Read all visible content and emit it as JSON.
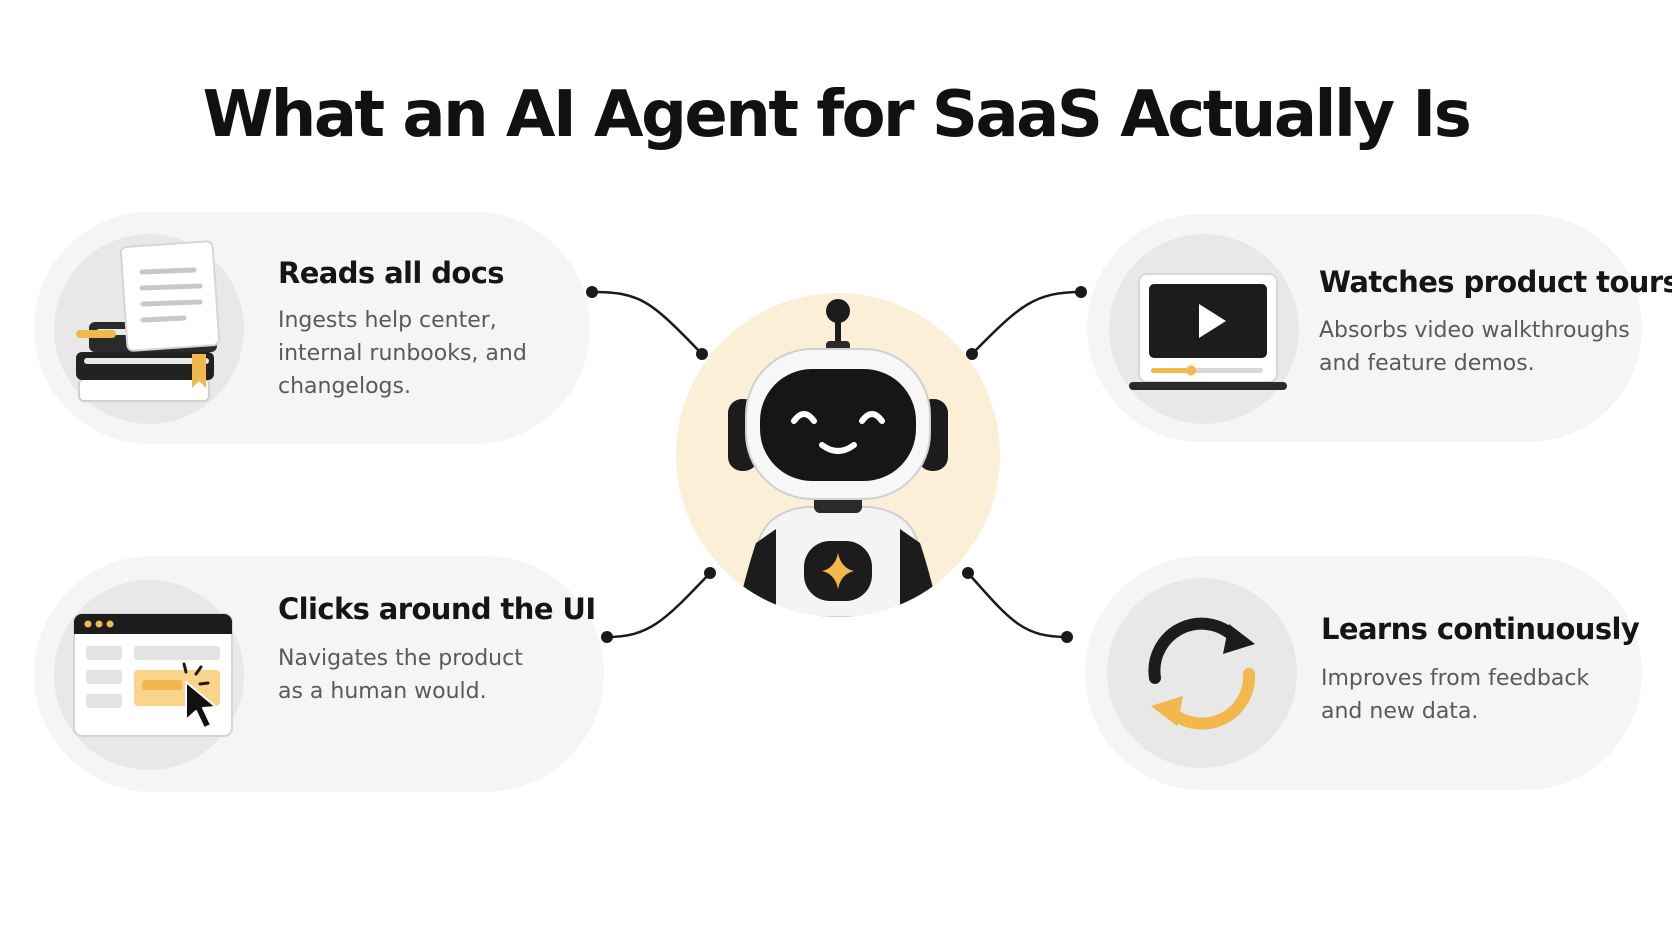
{
  "title": "What an AI Agent for SaaS Actually Is",
  "colors": {
    "accent": "#f2b84b",
    "hub": "#fbf0d7",
    "dark": "#1a1a1a"
  },
  "hub": {
    "icon": "robot-icon"
  },
  "features": [
    {
      "id": "docs",
      "title": "Reads all docs",
      "description": "Ingests help center,\ninternal runbooks, and\nchangelogs.",
      "icon": "books-document-icon"
    },
    {
      "id": "tours",
      "title": "Watches product tours",
      "description": "Absorbs video walkthroughs\nand feature demos.",
      "icon": "video-player-icon"
    },
    {
      "id": "ui",
      "title": "Clicks around the UI",
      "description": "Navigates the product\nas a human would.",
      "icon": "browser-click-icon"
    },
    {
      "id": "learn",
      "title": "Learns continuously",
      "description": "Improves from feedback\nand new data.",
      "icon": "refresh-cycle-icon"
    }
  ]
}
